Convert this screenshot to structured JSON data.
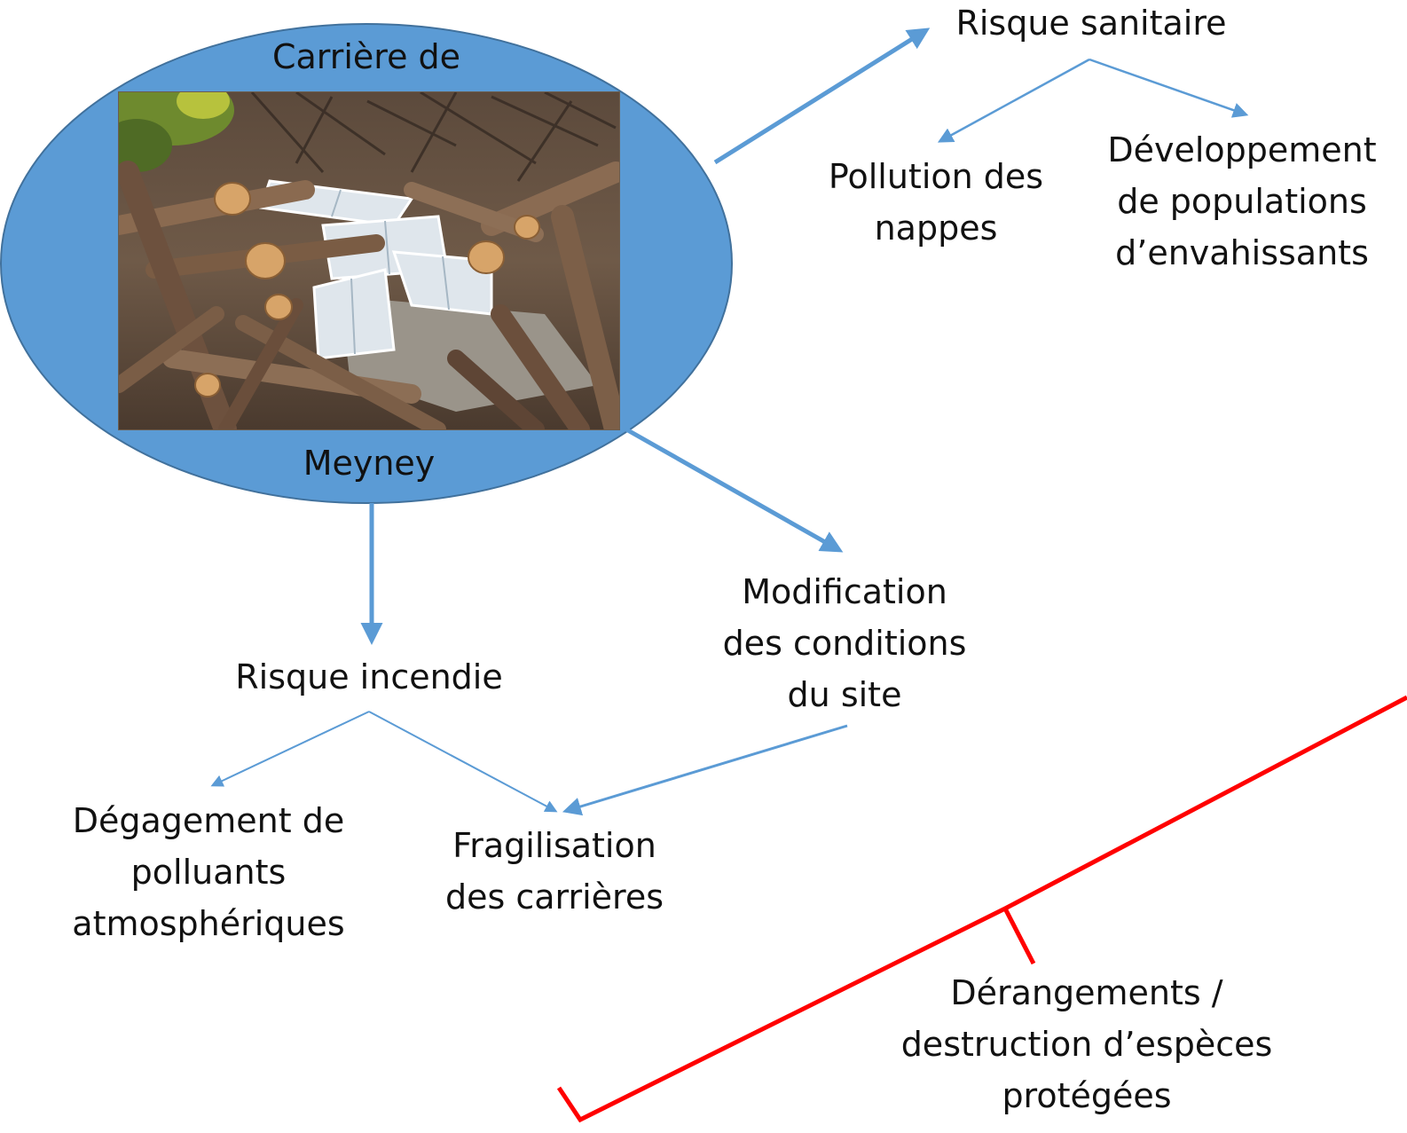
{
  "hub": {
    "title_top": "Carrière de",
    "title_bottom": "Meyney",
    "ellipse_color": "#5b9bd5",
    "photo_alt": "Tas de bois coupé et fenêtres abandonnées dans la carrière"
  },
  "nodes": {
    "risque_sanitaire": "Risque sanitaire",
    "pollution_nappes": "Pollution des\nnappes",
    "developpement": "Développement\nde populations\nd’envahissants",
    "risque_incendie": "Risque incendie",
    "modification": "Modification\ndes conditions\ndu site",
    "degagement": "Dégagement de\npolluants\natmosphériques",
    "fragilisation": "Fragilisation\ndes carrières",
    "derangements": "Dérangements /\ndestruction d’espèces\nprotégées"
  },
  "colors": {
    "arrow": "#5b9bd5",
    "brace": "#ff0000",
    "text": "#111111"
  }
}
